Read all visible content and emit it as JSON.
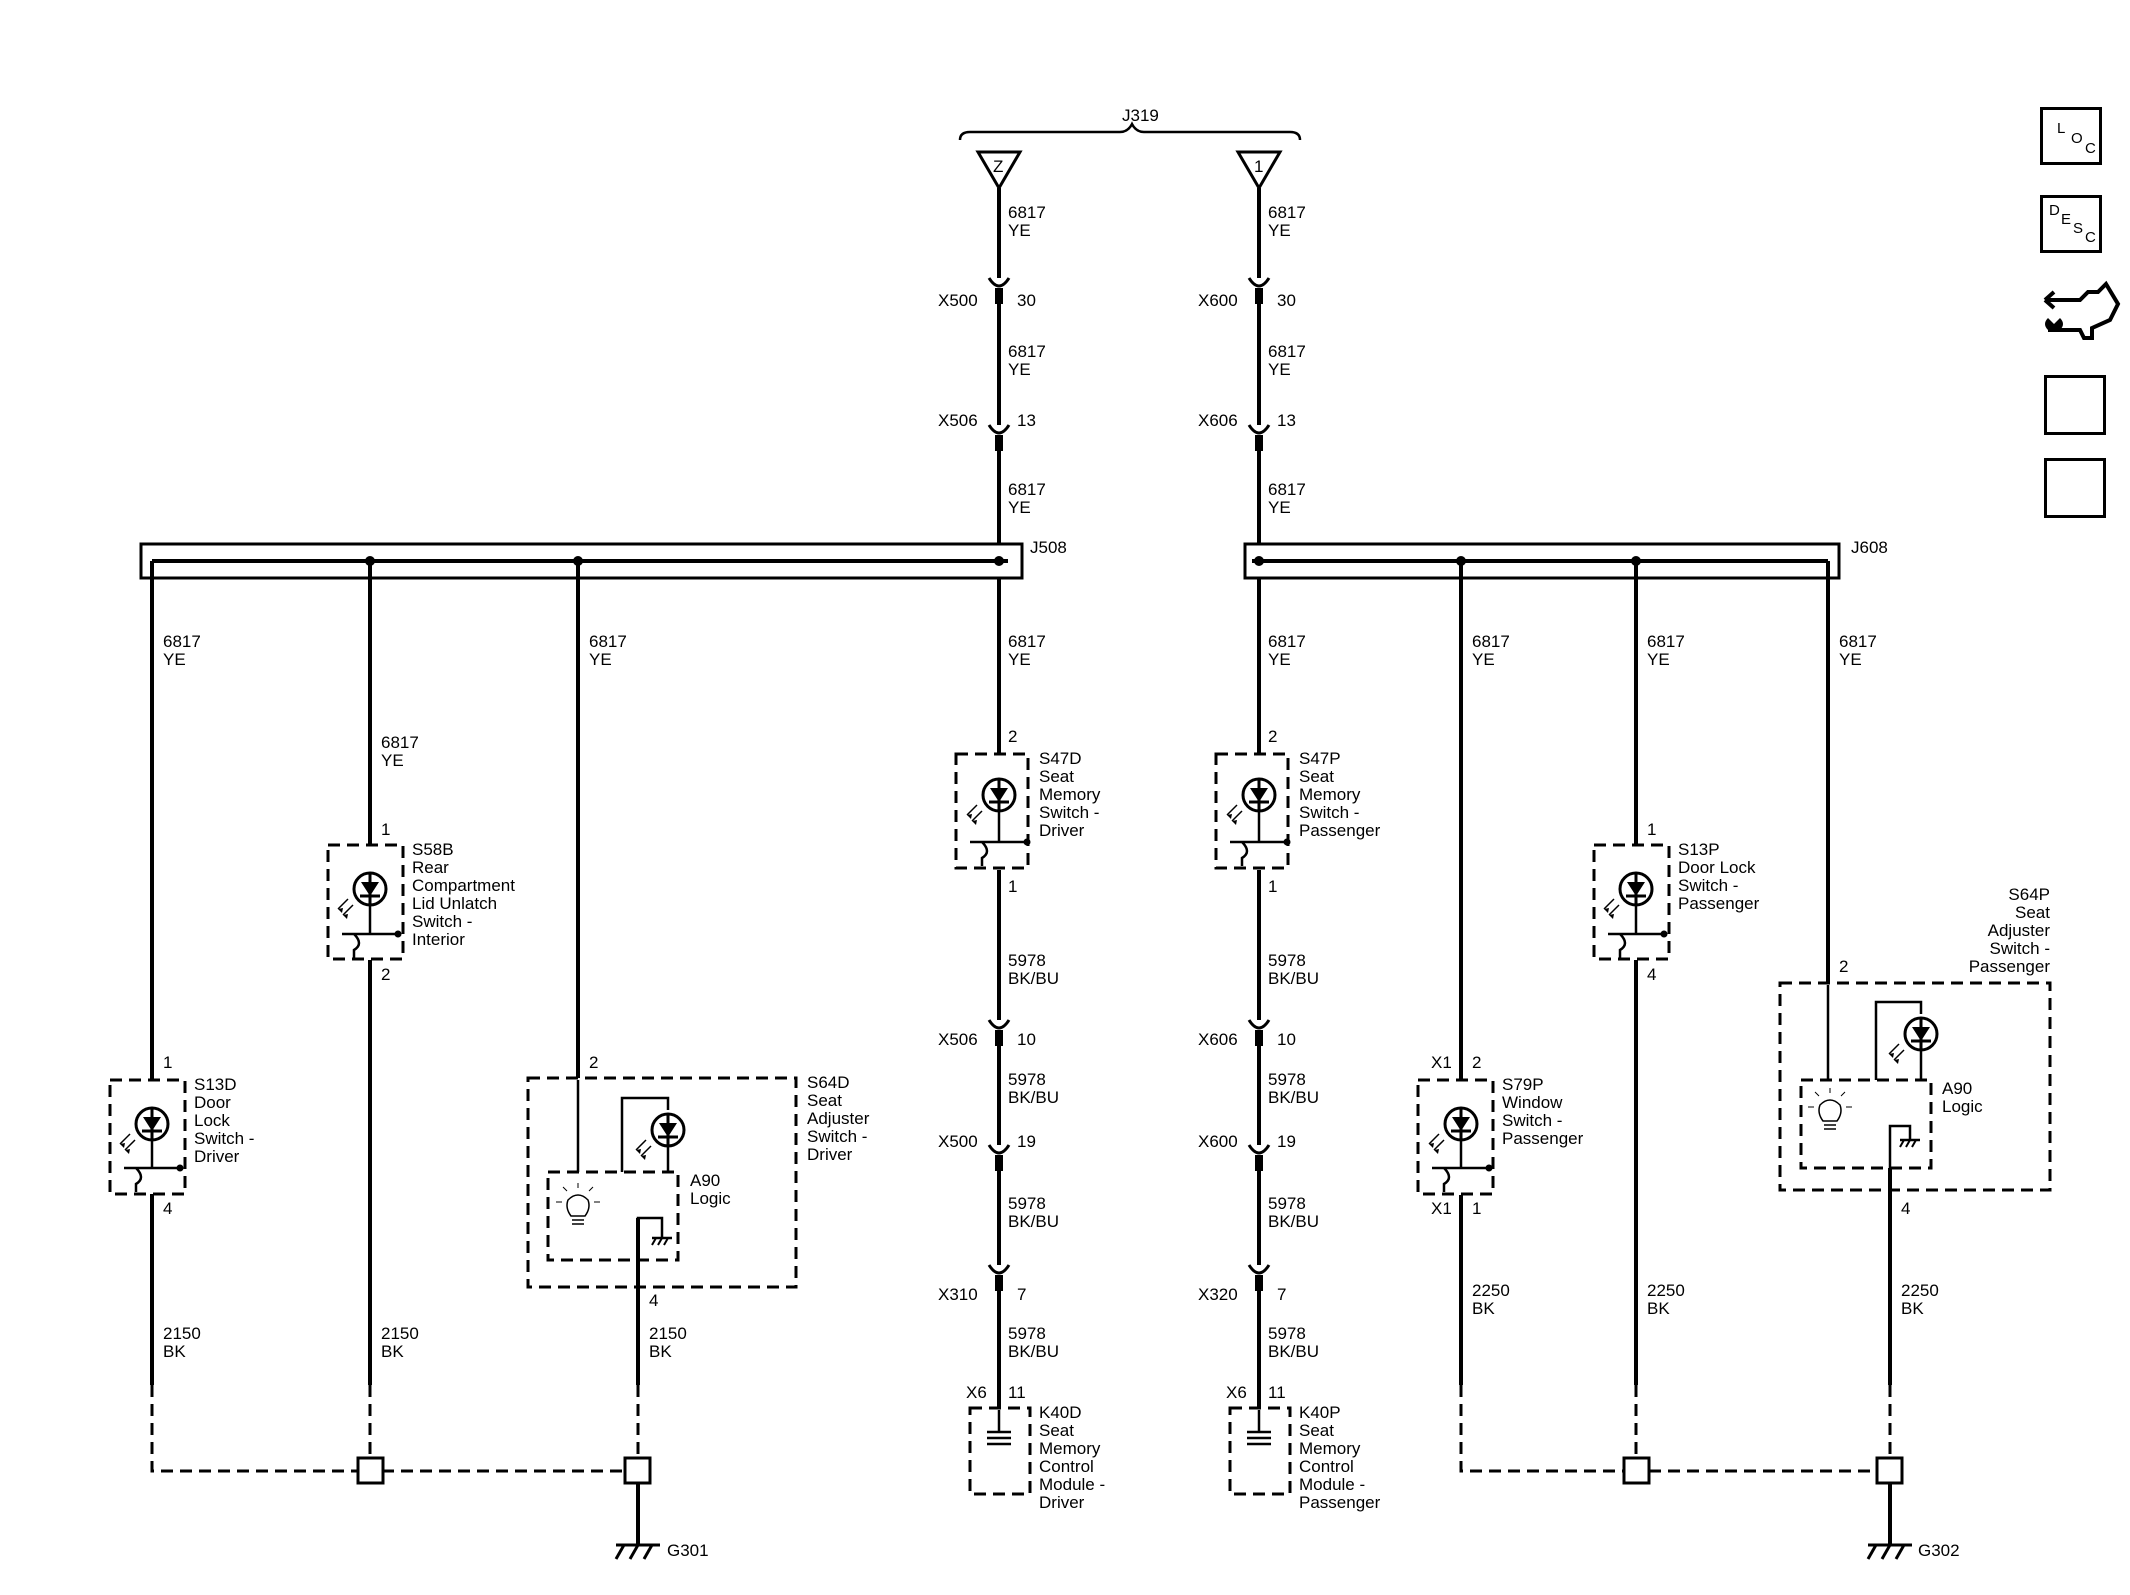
{
  "nav": {
    "loc": [
      "L",
      "O",
      "C"
    ],
    "desc": [
      "D",
      "E",
      "S",
      "C"
    ]
  },
  "splice_top": "J319",
  "splice_left": "J508",
  "splice_right": "J608",
  "terminals": {
    "left": "Z",
    "right": "1"
  },
  "wires": {
    "w6817": [
      "6817",
      "YE"
    ],
    "w5978": [
      "5978",
      "BK/BU"
    ],
    "w2150": [
      "2150",
      "BK"
    ],
    "w2250": [
      "2250",
      "BK"
    ]
  },
  "connectors": {
    "x500": "X500",
    "x506": "X506",
    "x600": "X600",
    "x606": "X606",
    "x310": "X310",
    "x320": "X320",
    "x6": "X6",
    "x1": "X1"
  },
  "pins": {
    "p30": "30",
    "p13": "13",
    "p10": "10",
    "p19": "19",
    "p7": "7",
    "p11": "11",
    "p1": "1",
    "p2": "2",
    "p4": "4"
  },
  "components": {
    "s13d": [
      "S13D",
      "Door",
      "Lock",
      "Switch -",
      "Driver"
    ],
    "s58b": [
      "S58B",
      "Rear",
      "Compartment",
      "Lid Unlatch",
      "Switch -",
      "Interior"
    ],
    "s64d": [
      "S64D",
      "Seat",
      "Adjuster",
      "Switch -",
      "Driver"
    ],
    "s47d": [
      "S47D",
      "Seat",
      "Memory",
      "Switch -",
      "Driver"
    ],
    "s47p": [
      "S47P",
      "Seat",
      "Memory",
      "Switch -",
      "Passenger"
    ],
    "s13p": [
      "S13P",
      "Door Lock",
      "Switch -",
      "Passenger"
    ],
    "s64p": [
      "S64P",
      "Seat",
      "Adjuster",
      "Switch -",
      "Passenger"
    ],
    "s79p": [
      "S79P",
      "Window",
      "Switch -",
      "Passenger"
    ],
    "a90": [
      "A90",
      "Logic"
    ],
    "k40d": [
      "K40D",
      "Seat",
      "Memory",
      "Control",
      "Module -",
      "Driver"
    ],
    "k40p": [
      "K40P",
      "Seat",
      "Memory",
      "Control",
      "Module -",
      "Passenger"
    ]
  },
  "grounds": {
    "g301": "G301",
    "g302": "G302"
  }
}
